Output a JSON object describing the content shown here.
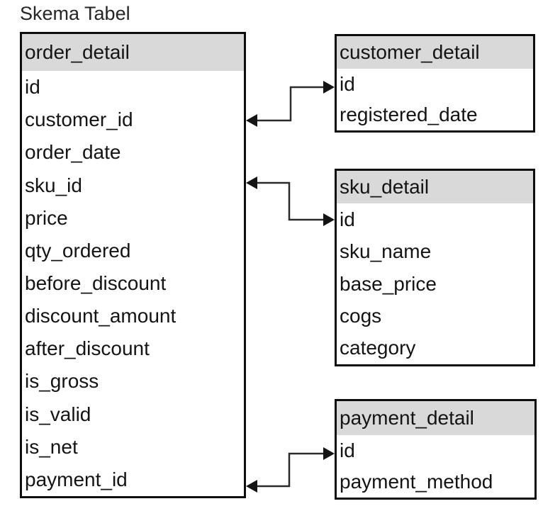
{
  "title": "Skema Tabel",
  "colors": {
    "header_bg": "#d9d9d9",
    "table_border": "#0d0d0d",
    "connector": "#2b2b2b",
    "text": "#141414"
  },
  "tables": [
    {
      "name": "order_detail",
      "fields": [
        "id",
        "customer_id",
        "order_date",
        "sku_id",
        "price",
        "qty_ordered",
        "before_discount",
        "discount_amount",
        "after_discount",
        "is_gross",
        "is_valid",
        "is_net",
        "payment_id"
      ]
    },
    {
      "name": "customer_detail",
      "fields": [
        "id",
        "registered_date"
      ]
    },
    {
      "name": "sku_detail",
      "fields": [
        "id",
        "sku_name",
        "base_price",
        "cogs",
        "category"
      ]
    },
    {
      "name": "payment_detail",
      "fields": [
        "id",
        "payment_method"
      ]
    }
  ],
  "relationships": [
    {
      "from": "order_detail.customer_id",
      "to": "customer_detail.id",
      "arrow": "both-ends"
    },
    {
      "from": "order_detail.sku_id",
      "to": "sku_detail.id",
      "arrow": "both-ends"
    },
    {
      "from": "order_detail.payment_id",
      "to": "payment_detail.id",
      "arrow": "both-ends"
    }
  ]
}
